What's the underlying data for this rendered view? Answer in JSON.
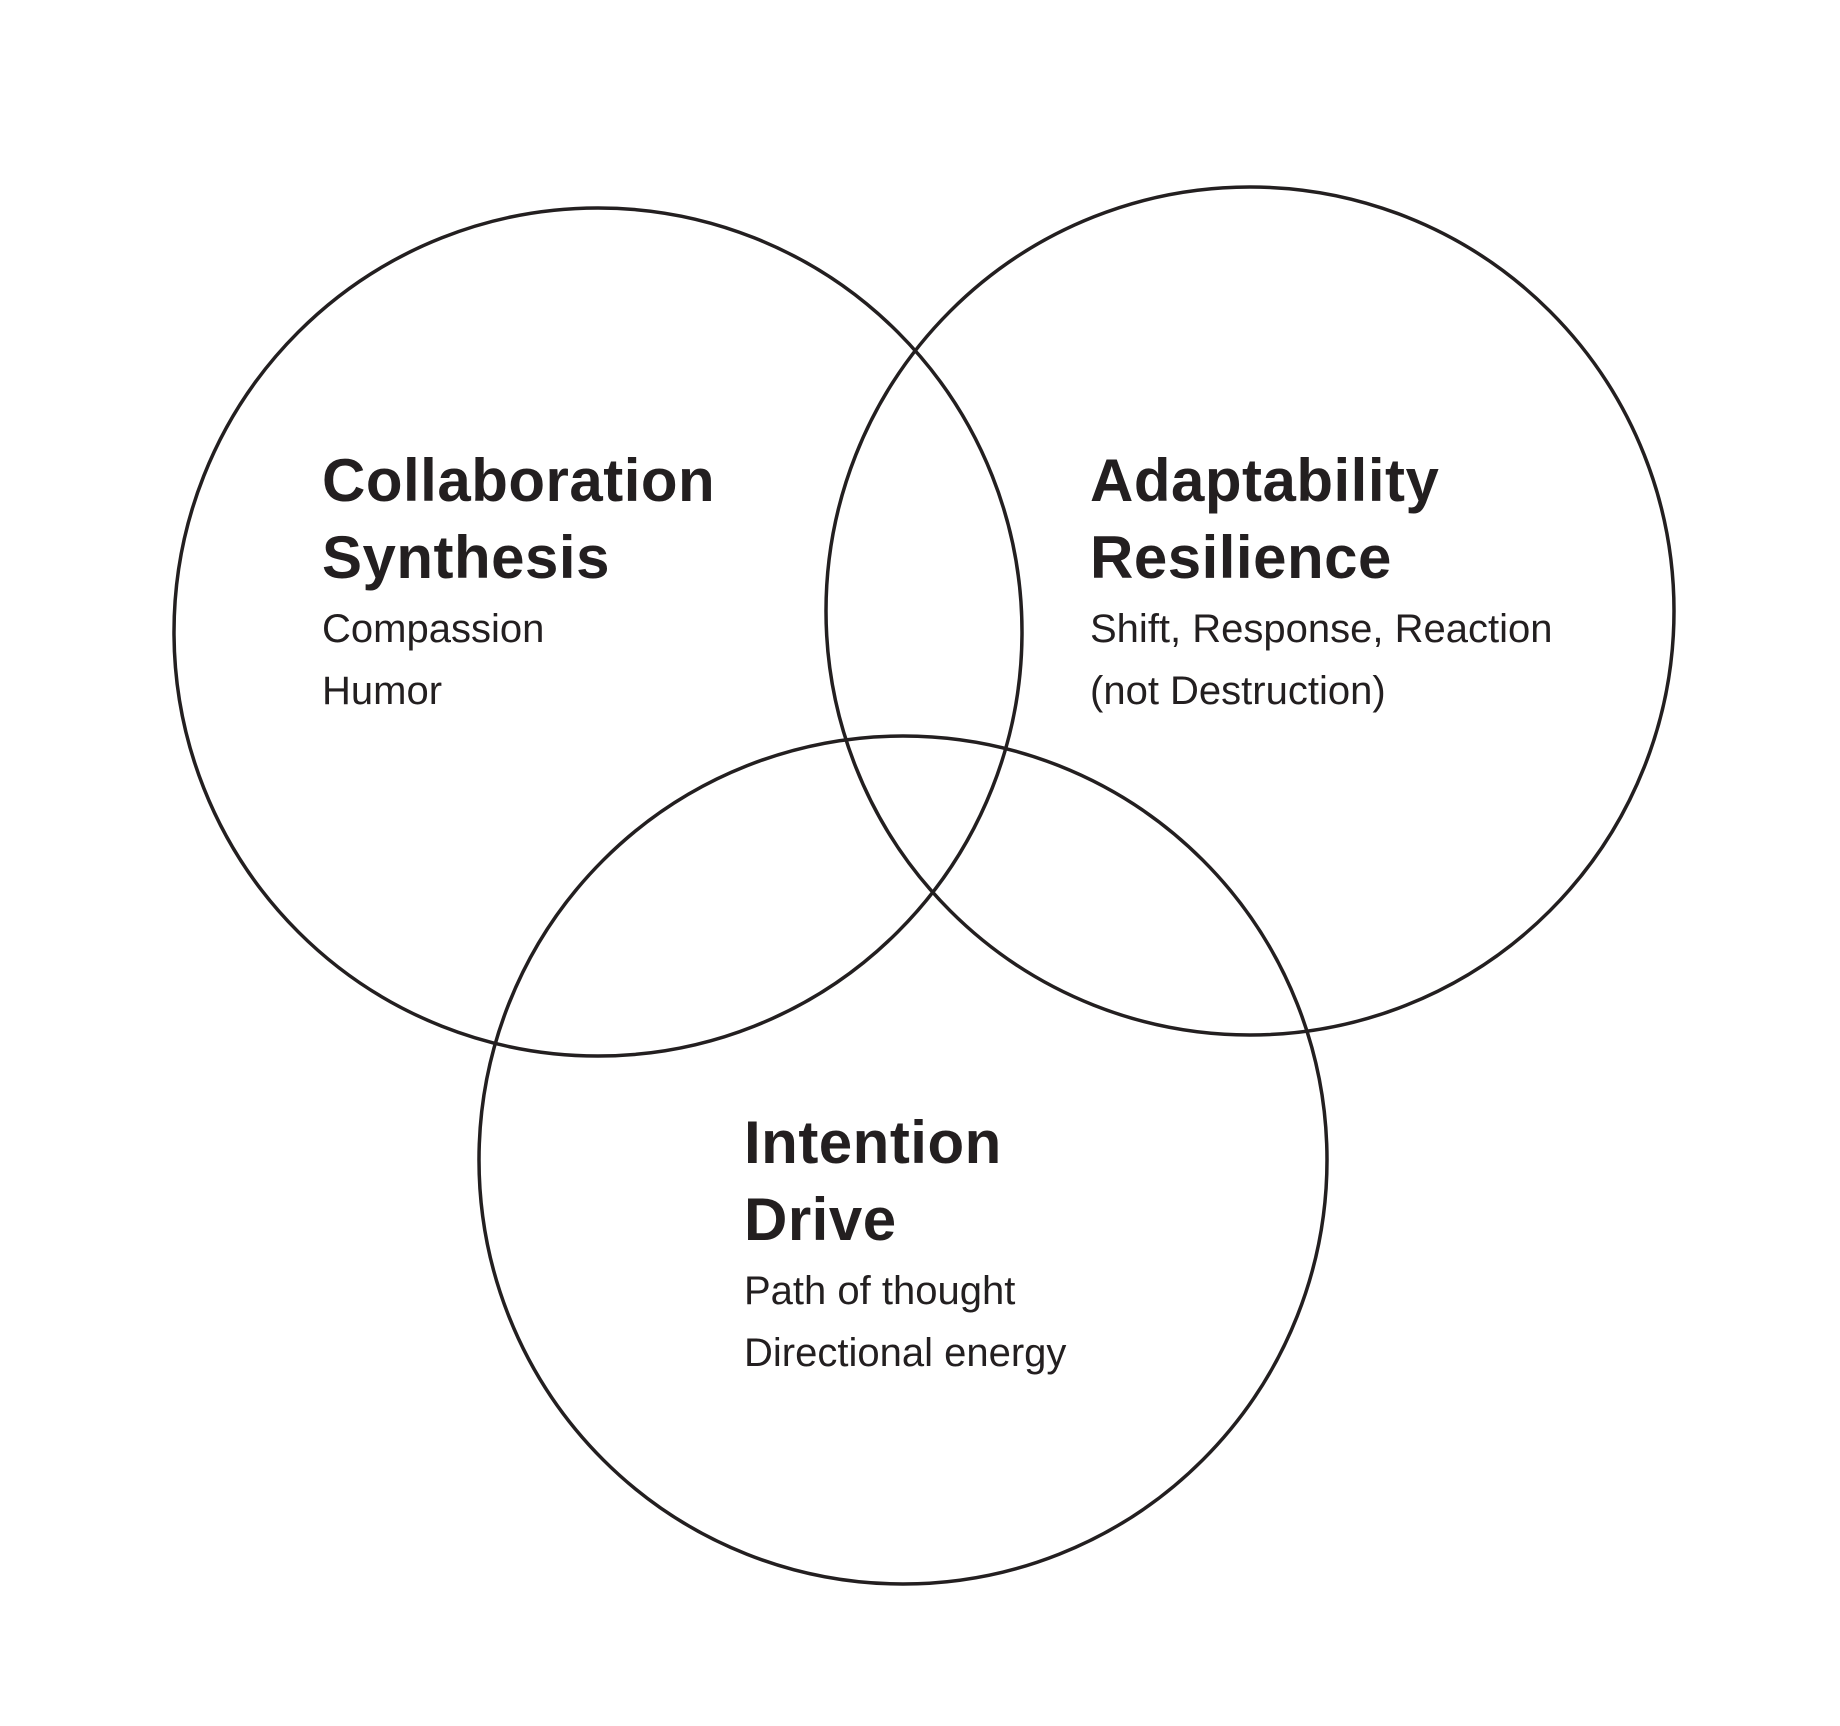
{
  "diagram": {
    "type": "venn",
    "stroke_color": "#231f20",
    "text_color": "#231f20",
    "background_color": "#ffffff",
    "sets": [
      {
        "id": "collaboration",
        "headings": [
          "Collaboration",
          "Synthesis"
        ],
        "details": [
          "Compassion",
          "Humor"
        ]
      },
      {
        "id": "adaptability",
        "headings": [
          "Adaptability",
          "Resilience"
        ],
        "details": [
          "Shift, Response, Reaction",
          "(not Destruction)"
        ]
      },
      {
        "id": "intention",
        "headings": [
          "Intention",
          "Drive"
        ],
        "details": [
          "Path of thought",
          "Directional energy"
        ]
      }
    ]
  }
}
